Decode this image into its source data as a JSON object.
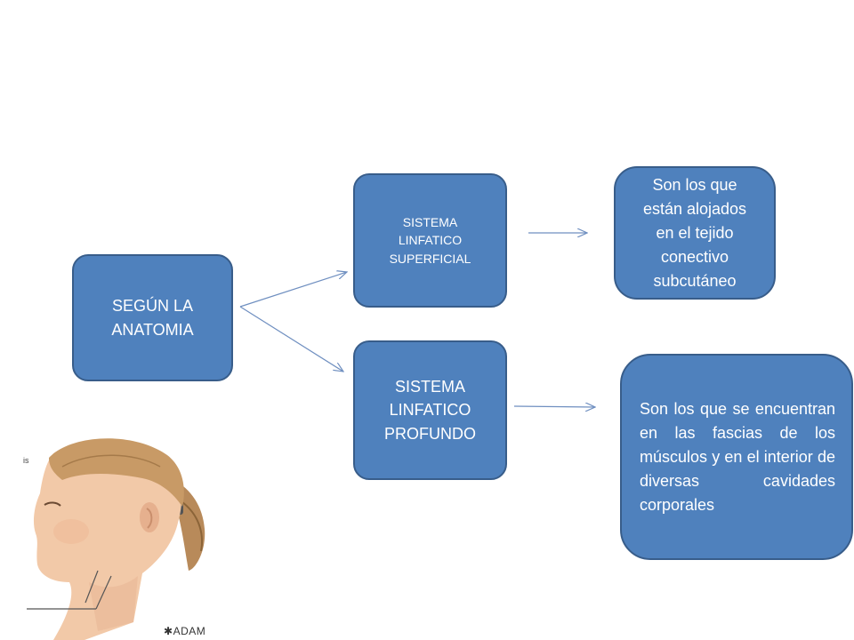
{
  "diagram": {
    "root": "SEGÚN  LA\nANATOMIA",
    "branch_superficial": "SISTEMA\nLINFATICO\nSUPERFICIAL",
    "branch_profundo": "SISTEMA\nLINFATICO\nPROFUNDO",
    "desc_superficial": "Son los que\nestán alojados\nen el tejido\nconectivo\nsubcutáneo",
    "desc_profundo": "Son los que se encuentran en las fascias de los músculos y en el interior de diversas cavidades corporales"
  },
  "illustration": {
    "logo_text": "ADAM",
    "edge_label": "is"
  },
  "colors": {
    "node_fill": "#4f81bd",
    "node_border": "#385d8a",
    "arrow": "#6f8fc0"
  }
}
